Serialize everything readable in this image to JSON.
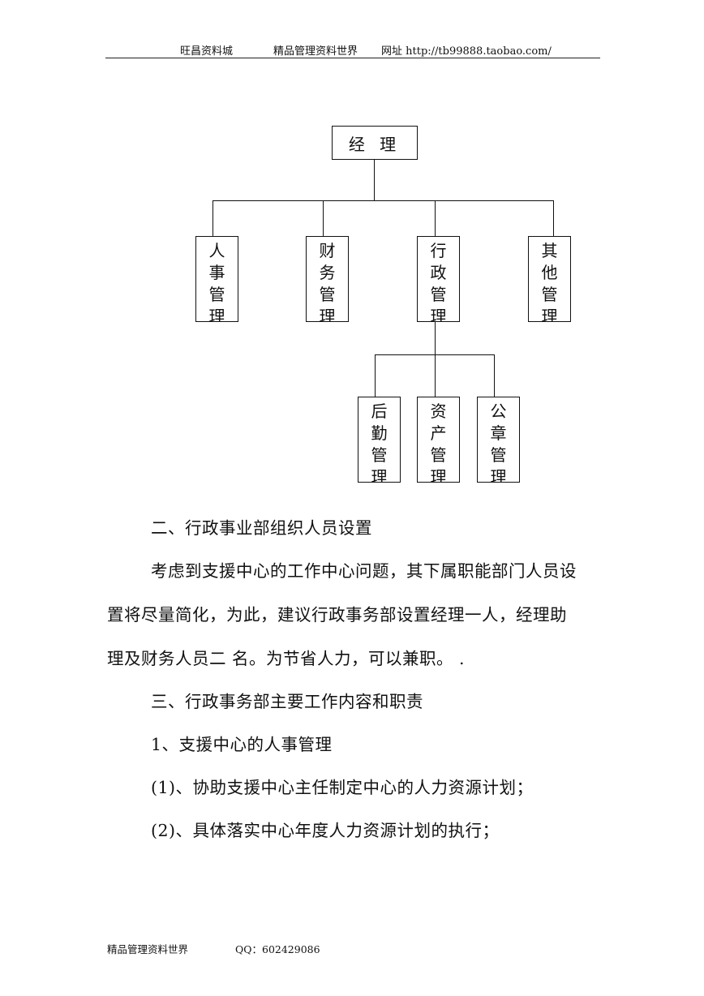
{
  "header": {
    "shop": "旺昌资料城",
    "world": "精品管理资料世界",
    "url": "网址 http://tb99888.taobao.com/"
  },
  "org_chart": {
    "root": "经 理",
    "departments": [
      {
        "chars": [
          "人",
          "事",
          "管",
          "理"
        ]
      },
      {
        "chars": [
          "财",
          "务",
          "管",
          "理"
        ]
      },
      {
        "chars": [
          "行",
          "政",
          "管",
          "理"
        ]
      },
      {
        "chars": [
          "其",
          "他",
          "管",
          "理"
        ]
      }
    ],
    "subdepartments": [
      {
        "chars": [
          "后",
          "勤",
          "管",
          "理"
        ]
      },
      {
        "chars": [
          "资",
          "产",
          "管",
          "理"
        ]
      },
      {
        "chars": [
          "公",
          "章",
          "管",
          "理"
        ]
      }
    ]
  },
  "body": {
    "section2_title": "二、行政事业部组织人员设置",
    "para1_line1": "考虑到支援中心的工作中心问题，其下属职能部门人员设",
    "para1_line2": "置将尽量简化，为此，建议行政事务部设置经理一人，经理助",
    "para1_line3": "理及财务人员二 名。为节省人力，可以兼职。 .",
    "section3_title": "三、行政事务部主要工作内容和职责",
    "item1": "1、支援中心的人事管理",
    "item1_1": "(1)、协助支援中心主任制定中心的人力资源计划；",
    "item1_2": "(2)、具体落实中心年度人力资源计划的执行；"
  },
  "footer": {
    "left": "精品管理资料世界",
    "qq": "QQ：602429086"
  }
}
